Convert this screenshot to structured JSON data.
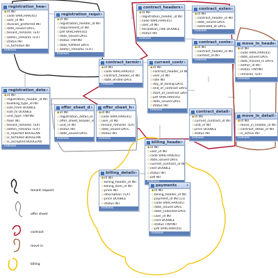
{
  "tables": {
    "registration_headers": {
      "title": "registration_headers",
      "footer": "Indexes",
      "columns": [
        "id INT",
        "code VARCHAR(45)",
        "user_id INT",
        "division_preferred INT",
        "date_issued DATE",
        "tenant_remarks TEXT",
        "admin_remarks TEXT",
        "status INT",
        "is_forfeited INT"
      ]
    },
    "registration_requirements": {
      "title": "registration_requirements",
      "footer": "Indexes",
      "columns": [
        "id INT",
        "registration_header_id INT",
        "requirement_id INT",
        "pdf VARCHAR(45)",
        "date_issued DATE",
        "status TINYINT",
        "date_fulfilled DATE",
        "admin_remarks TEXT"
      ]
    },
    "registration_details": {
      "title": "registration_details",
      "footer": "Indexes",
      "columns": [
        "id INT",
        "registration_header_id INT",
        "building_type_id INT",
        "size_from DOUBLE",
        "size_to DOUBLE",
        "unit_type TINYINT",
        "floor INT",
        "tenant_remarks TEXT",
        "admin_remarks TEXT",
        "is_rejected BOOLEAN",
        "is_forfeited BOOLEAN",
        "is_accepted BOOLEAN"
      ]
    },
    "contract_headers": {
      "title": "contract_headers",
      "footer": "Indexes",
      "columns": [
        "id INT",
        "registration_header_id INT",
        "code VARCHAR(45)",
        "user_id INT",
        "escalation_rate DOUBLE",
        "status INT"
      ]
    },
    "contract_extends": {
      "title": "contract_extends",
      "footer": "Indexes",
      "columns": [
        "id INT",
        "contract_header_id INT",
        "date_issued DATE",
        "extended_at DATE"
      ]
    },
    "contract_contents": {
      "title": "contract_contents",
      "footer": "Indexes",
      "columns": [
        "id INT",
        "contract_header_id INT",
        "content_id INT"
      ]
    },
    "contract_terminations": {
      "title": "contract_terminations",
      "footer": "Indexes",
      "columns": [
        "id INT",
        "code VARCHAR(45)",
        "contract_header_id INT",
        "date_ended DATE"
      ]
    },
    "current_contracts": {
      "title": "current_contracts",
      "footer": "Indexes",
      "columns": [
        "id INT",
        "contract_header_id INT",
        "user_id INT",
        "rate INT",
        "day_of_billing DATE",
        "end_of_contract DATE",
        "start_of_contract DATE",
        "pdf VARCHAR(45)",
        "date_issued DATE",
        "status INT"
      ]
    },
    "contract_details": {
      "title": "contract_details",
      "footer": "Indexes",
      "columns": [
        "id INT",
        "current_contract_id INT",
        "unit_id INT",
        "price DOUBLE",
        "status INT"
      ]
    },
    "move_in_headers": {
      "title": "move_in_headers",
      "footer": "Indexes",
      "columns": [
        "id INT",
        "code VARCHAR(45)",
        "date_issued DATE",
        "date_moved_in DATE",
        "admin_id INT",
        "status TINYINT",
        "remarks TEXT"
      ]
    },
    "move_in_details": {
      "title": "move_in_details",
      "footer": "Indexes",
      "columns": [
        "id INT",
        "move_in_header_id INT",
        "contract_detail_id INT",
        "is_active INT"
      ]
    },
    "offer_sheet_details": {
      "title": "offer_sheet_details",
      "footer": "Indexes",
      "columns": [
        "id INT",
        "registration_detail_id INT",
        "offer_sheet_header_id INT",
        "unit_id INT",
        "status INT",
        "date_issued DATE"
      ]
    },
    "offer_sheet_headers": {
      "title": "offer_sheet_headers",
      "footer": "Indexes",
      "columns": [
        "id INT",
        "code VARCHAR(45)",
        "user_id INT",
        "tenant_remarks TEXT",
        "date_issued DATE",
        "status INT"
      ]
    },
    "billing_headers": {
      "title": "billing_headers",
      "footer": "Indexes",
      "columns": [
        "id INT",
        "user_id INT",
        "code VARCHAR(45)",
        "date_issued DATE",
        "current_contract_id INT",
        "cost DOUBLE",
        "status INT",
        "pdf INT"
      ]
    },
    "billing_details": {
      "title": "billing_details",
      "footer": "Indexes",
      "columns": [
        "id INT",
        "billing_header_id INT",
        "billing_item_id INT",
        "price INT",
        "description TEXT",
        "price DOUBLE",
        "status INT"
      ]
    },
    "payments": {
      "title": "payments",
      "footer": "Indexes",
      "columns": [
        "id INT",
        "billing_header_id INT",
        "payment_id INT(11)",
        "code VARCHAR(45)",
        "date_issued DATE",
        "date_collected DATE",
        "user_id INT",
        "cost DOUBLE",
        "status TINYINT",
        "pdf VARCHAR(45)"
      ]
    }
  },
  "legend": [
    {
      "label": "tenant request",
      "color": "#111111"
    },
    {
      "label": "offer sheet",
      "color": "#8a8a8a"
    },
    {
      "label": "contract",
      "color": "#b0102a"
    },
    {
      "label": "move in",
      "color": "#9a5a3a"
    },
    {
      "label": "billing",
      "color": "#f2c200"
    }
  ]
}
